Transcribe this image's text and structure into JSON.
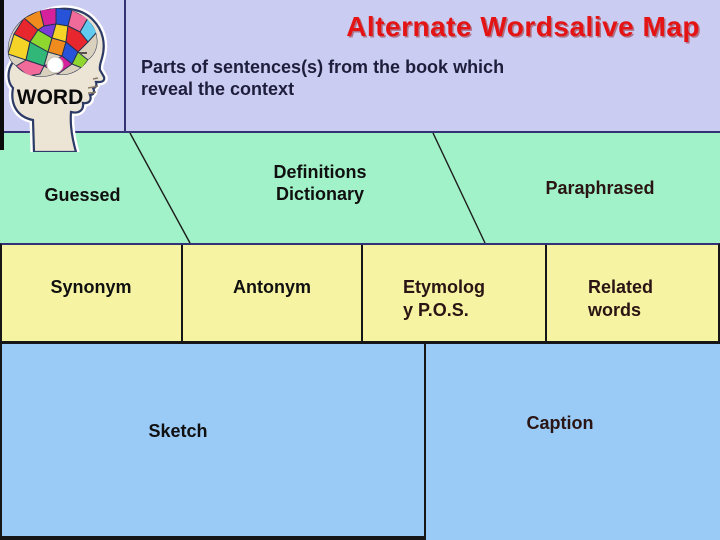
{
  "slide": {
    "header": {
      "title": "Alternate Wordsalive Map",
      "subtitle_lines": [
        "Parts of sentences(s) from the book which",
        "reveal the context"
      ]
    },
    "head_graphic": {
      "label": "WORD",
      "icon": "head-profile-with-colorful-brain"
    },
    "mint_row": {
      "guessed": "Guessed",
      "definitions_lines": [
        "Definitions",
        "Dictionary"
      ],
      "paraphrased": "Paraphrased"
    },
    "yellow_row": {
      "synonym": "Synonym",
      "antonym": "Antonym",
      "etymology_lines": [
        "Etymolog",
        "y P.O.S."
      ],
      "related_lines": [
        "Related",
        "words"
      ]
    },
    "blue_row": {
      "sketch": "Sketch",
      "caption": "Caption"
    },
    "colors": {
      "lavender": "#cbccf2",
      "mint": "#a1f2c8",
      "yellow": "#f6f4a2",
      "blue": "#9acbf7",
      "title_red": "#e41414",
      "subtitle_ink": "#1e1e3c",
      "label_ink": "#101010",
      "label_maroon": "#2a1414",
      "line_navy": "#323274",
      "line_black": "#161616"
    }
  }
}
